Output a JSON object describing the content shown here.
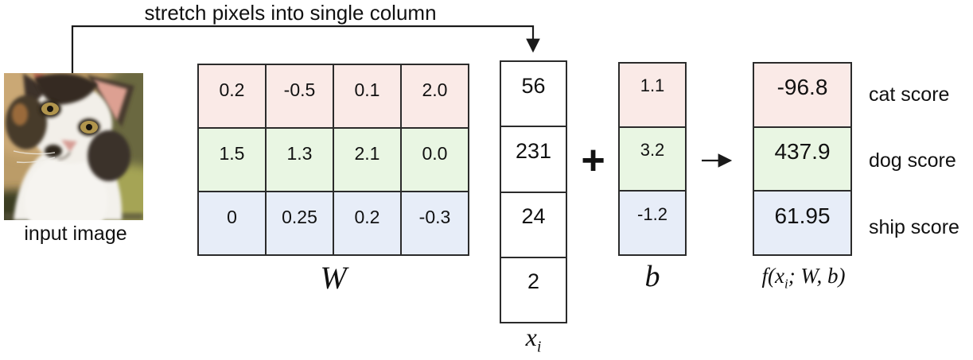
{
  "title": "stretch pixels into single column",
  "colors": {
    "pink": "#faeae7",
    "green": "#e9f6e3",
    "blue": "#e7edf8",
    "white": "#ffffff",
    "border": "#2b2b2b"
  },
  "input_image": {
    "label": "input image",
    "subject": "cat-photo"
  },
  "w_matrix": {
    "label": "W",
    "rows": [
      {
        "color": "pink",
        "values": [
          "0.2",
          "-0.5",
          "0.1",
          "2.0"
        ]
      },
      {
        "color": "green",
        "values": [
          "1.5",
          "1.3",
          "2.1",
          "0.0"
        ]
      },
      {
        "color": "blue",
        "values": [
          "0",
          "0.25",
          "0.2",
          "-0.3"
        ]
      }
    ]
  },
  "x_vector": {
    "label_main": "x",
    "label_sub": "i",
    "values": [
      "56",
      "231",
      "24",
      "2"
    ]
  },
  "operator_plus": "+",
  "b_vector": {
    "label": "b",
    "rows": [
      {
        "color": "pink",
        "value": "1.1"
      },
      {
        "color": "green",
        "value": "3.2"
      },
      {
        "color": "blue",
        "value": "-1.2"
      }
    ]
  },
  "f_vector": {
    "label_prefix": "f(x",
    "label_sub": "i",
    "label_suffix": "; W, b)",
    "rows": [
      {
        "color": "pink",
        "value": "-96.8"
      },
      {
        "color": "green",
        "value": "437.9"
      },
      {
        "color": "blue",
        "value": "61.95"
      }
    ]
  },
  "score_labels": [
    "cat score",
    "dog score",
    "ship score"
  ]
}
